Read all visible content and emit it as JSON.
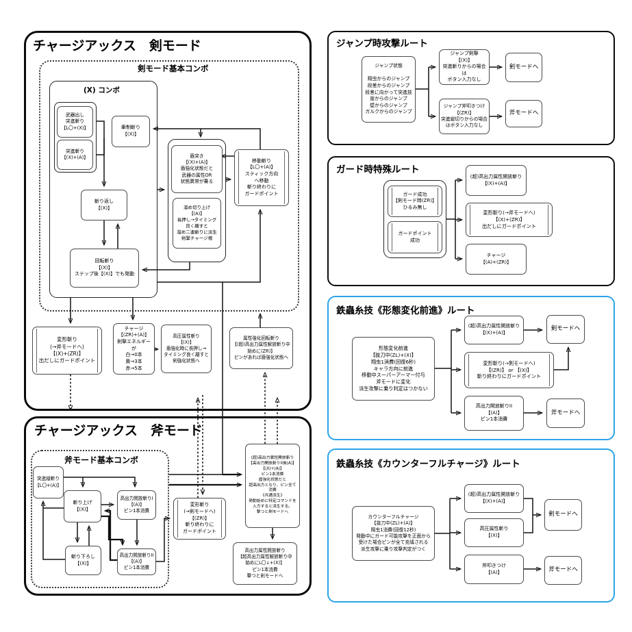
{
  "colors": {
    "silkbind_blue": "#2ba3e8"
  },
  "sword": {
    "title": "チャージアックス　剣モード",
    "basic_label": "剣モード基本コンボ",
    "x_combo_label": "(X) コンボ",
    "nodes": {
      "weapon_draw": "武器出し\n突進斬り\n【L〇+(X)】",
      "rush_slash": "突進斬り\n【(X)+(A)】",
      "poke": "牽制斬り\n【(X)】",
      "return_slash": "斬り返し\n【(X)】",
      "spin_slash": "回転斬り\n【(X)】\nステップ後【(X)】でも発動",
      "shield_thrust": "盾突き\n【(X)+(A)】\n盾強化状態だと\n武器の属性OR\n状態異常が乗る",
      "charged_upswing": "溜め切り上げ\n【(A)】\n長押し→タイミング\n良く離すと\n溜め二連斬りに派生\n剣撃チャージ増",
      "moving_slash": "移動斬り\n【L〇+(A)】\nスティック方向\nへ移動\n斬り終わりに\nガードポイント",
      "morph_to_axe": "変形斬り\n(→斧モードへ)\n【(X)+(ZR)】\n出だしにガードポイント",
      "charge": "チャージ\n【(ZR)+(A)】\n剣撃エネルギーが\n白→0本\n黄→3本\n赤→5本",
      "condensed_slash": "高圧属性斬り\n【(X)】\n盾強化時に長押し→\nタイミング良く離すと\n剣強化状態へ",
      "boost_spin": "属性強化回転斬り\n【(超)高出力属性解放斬り中\n始めに(ZR)】\nピンがあれば盾強化状態へ"
    }
  },
  "axe": {
    "title": "チャージアックス　斧モード",
    "basic_label": "斧モード基本コンボ",
    "nodes": {
      "rush_vertical": "突進縦斬り\n【L〇+(A)】",
      "rising_slash": "斬り上げ\n【(X)】",
      "discharge1": "高出力開放斬りI\n【(A)】\nピン1本消費",
      "down_slash": "斬り下ろし\n【(X)】",
      "discharge2": "高出力開放斬りII\n【(A)】\nピン1本消費",
      "morph_to_sword": "変形斬り\n(→剣モードへ)\n【(ZR)】\n斬り終わりに\nガードポイント",
      "aed": "(超)高出力属性開放斬り\n【高出力開放斬りII後(A)】\n【(X)+(A)】\nピン1本消費\n盾強化状態だと\n超高出力となり、ピン全て消費\n《共通派生》\n発動始めに特定コマンドを\n入力すると派生する。\n撃つと剣モードへ",
      "aed_followup": "高出力属性開放斬り\n【超高出力属性解放斬り中\n始めにL〇↓+(X)】\nピン1本消費\n撃つと剣モードへ"
    }
  },
  "jump": {
    "title": "ジャンプ時攻撃ルート",
    "nodes": {
      "state": "ジャンプ状態\n\n翔虫からのジャンプ\n段差からのジャンプ\n段差に向かって突進技\n崖からのジャンプ\n壁からのジャンプ\nガルクからのジャンプ",
      "jump_sword": "ジャンプ剣撃\n【(X)】\n突進斬りからの場合は\nボタン入力なし",
      "to_sword": "剣モードへ",
      "jump_axe": "ジャンプ斧叩きつけ\n【(ZR)】\n突進縦切りからの場合\nはボタン入力なし",
      "to_axe": "斧モードへ"
    }
  },
  "guard": {
    "title": "ガード時特殊ルート",
    "nodes": {
      "success": "ガード成功\n【剣モード時(ZR)】\nひるみ無し",
      "gp_success": "ガードポイント\n成功",
      "aed": "(超)高出力属性開放斬り\n【(X)+(A)】",
      "morph": "変形斬り(→斧モードへ)\n【(X)+(ZR)】\n出だしにガードポイント",
      "charge": "チャージ\n【(A)+(ZR)】"
    }
  },
  "morph_advance": {
    "title": "鉄蟲糸技《形態変化前進》ルート",
    "nodes": {
      "main": "形態変化前進\n【抜刀中(ZL)+(X)】\n翔虫1消費(回復6秒)\nキャラ方向に前進\n移動中スーパーアーマー付与\n斧モードに変化\n派生攻撃に乗り判定はつかない",
      "aed": "(超)高出力属性開放斬り\n【(X)+(A)】",
      "to_sword": "剣モードへ",
      "morph": "変形斬り(→剣モードへ)\n【(ZR)】 or 【(X)】\n斬り終わりにガードポイント",
      "discharge2": "高出力開放斬りII\n【(A)】\nピン1本消費",
      "to_axe": "斧モードへ"
    }
  },
  "counter": {
    "title": "鉄蟲糸技《カウンターフルチャージ》ルート",
    "nodes": {
      "main": "カウンターフルチャージ\n【抜刀中(ZL)+(A)】\n翔虫1消費(回復12秒)\n発動中にガード可能攻撃を正面から\n受けた場合ピンが全て充填される\n派生攻撃に乗り攻撃判定がつく",
      "aed": "(超)高出力属性開放斬り\n【(X)+(A)】",
      "condensed": "高圧属性斬り\n【(X)】",
      "to_sword": "剣モードへ",
      "axe_smash": "斧叩きつけ\n【(A)】",
      "to_axe": "斧モードへ"
    }
  }
}
